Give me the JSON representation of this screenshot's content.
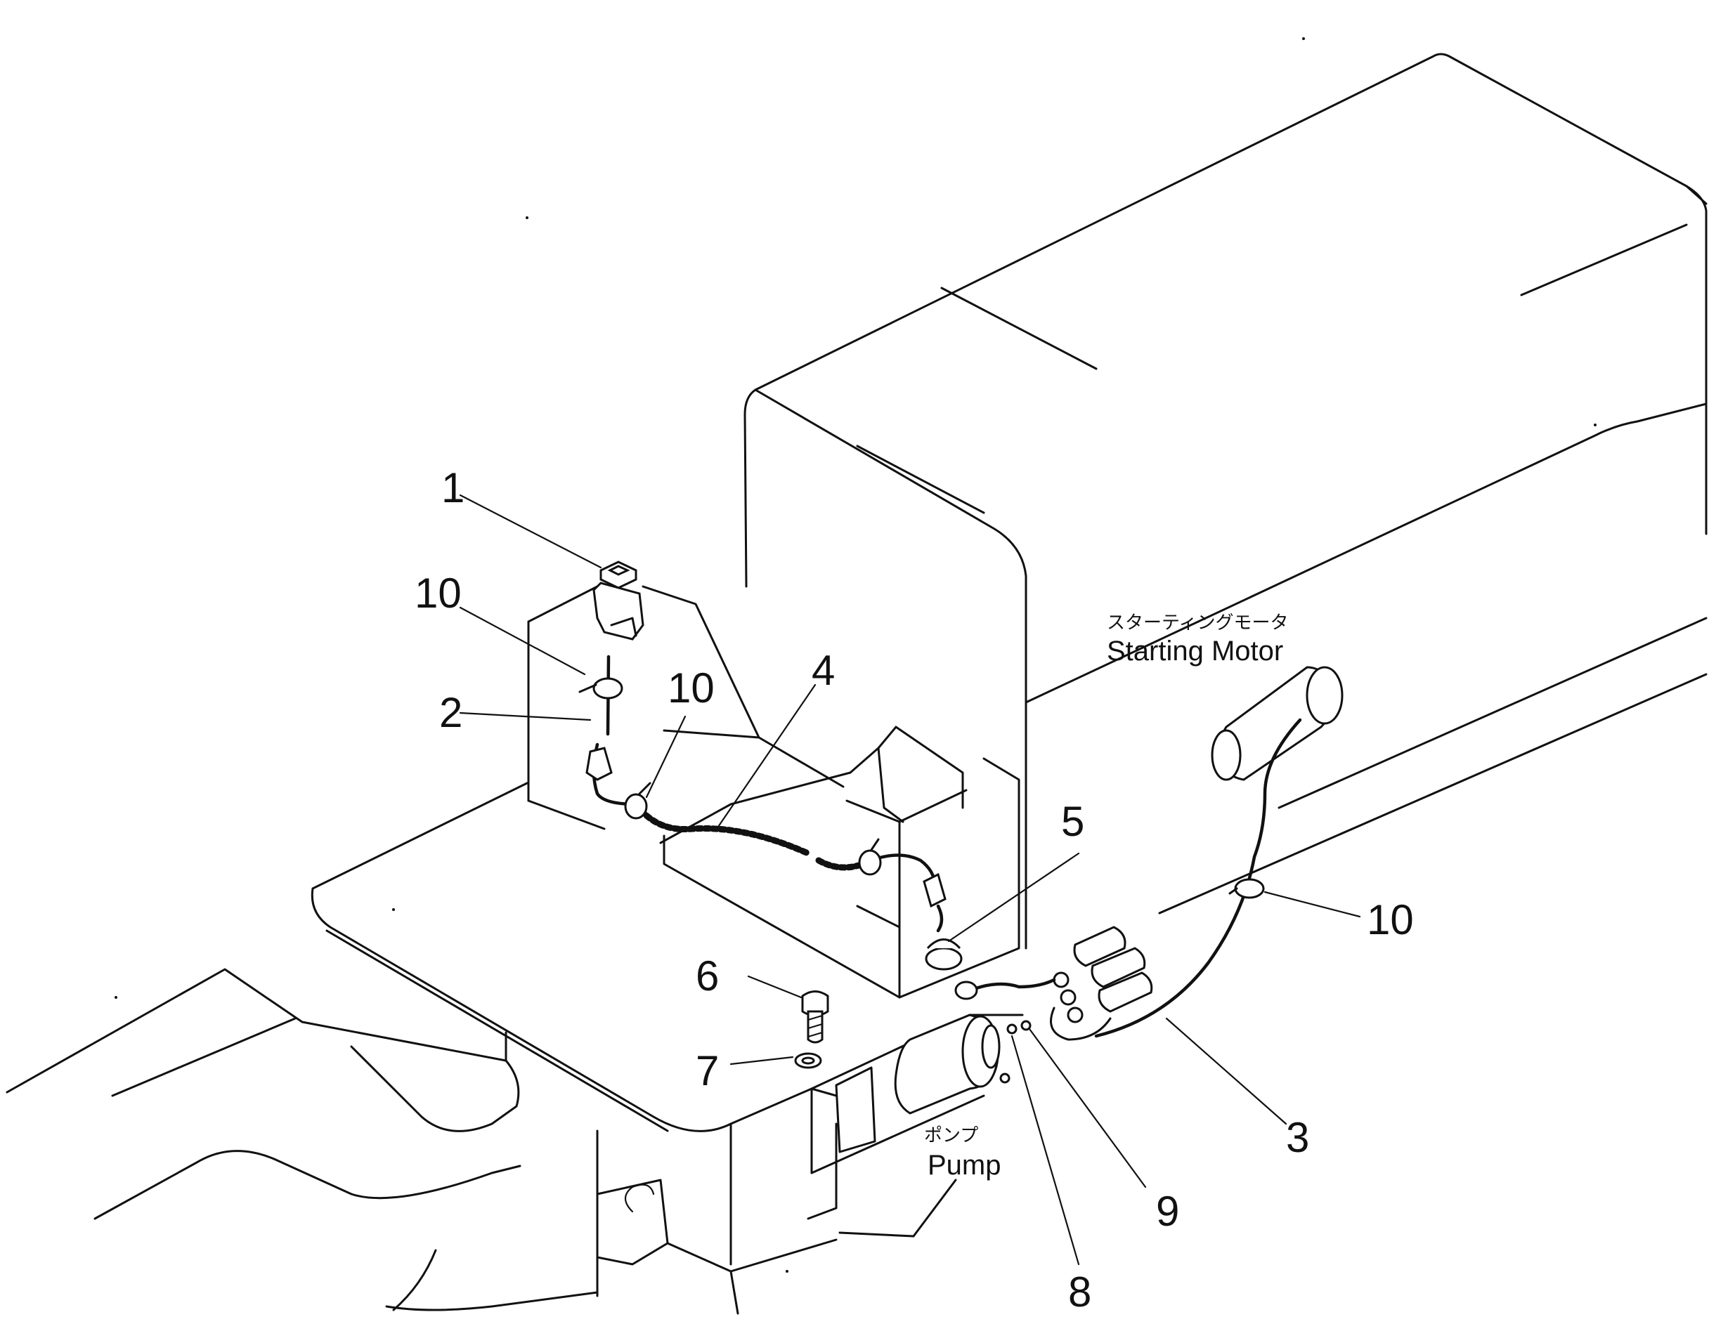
{
  "callouts": [
    {
      "id": "1",
      "text": "1"
    },
    {
      "id": "2",
      "text": "2"
    },
    {
      "id": "3",
      "text": "3"
    },
    {
      "id": "4",
      "text": "4"
    },
    {
      "id": "5",
      "text": "5"
    },
    {
      "id": "6",
      "text": "6"
    },
    {
      "id": "7",
      "text": "7"
    },
    {
      "id": "8",
      "text": "8"
    },
    {
      "id": "9",
      "text": "9"
    },
    {
      "id": "10a",
      "text": "10"
    },
    {
      "id": "10b",
      "text": "10"
    },
    {
      "id": "10c",
      "text": "10"
    }
  ],
  "labels": {
    "starting_motor_jp": "スターティングモータ",
    "starting_motor_en": "Starting Motor",
    "pump_jp": "ポンプ",
    "pump_en": "Pump"
  }
}
